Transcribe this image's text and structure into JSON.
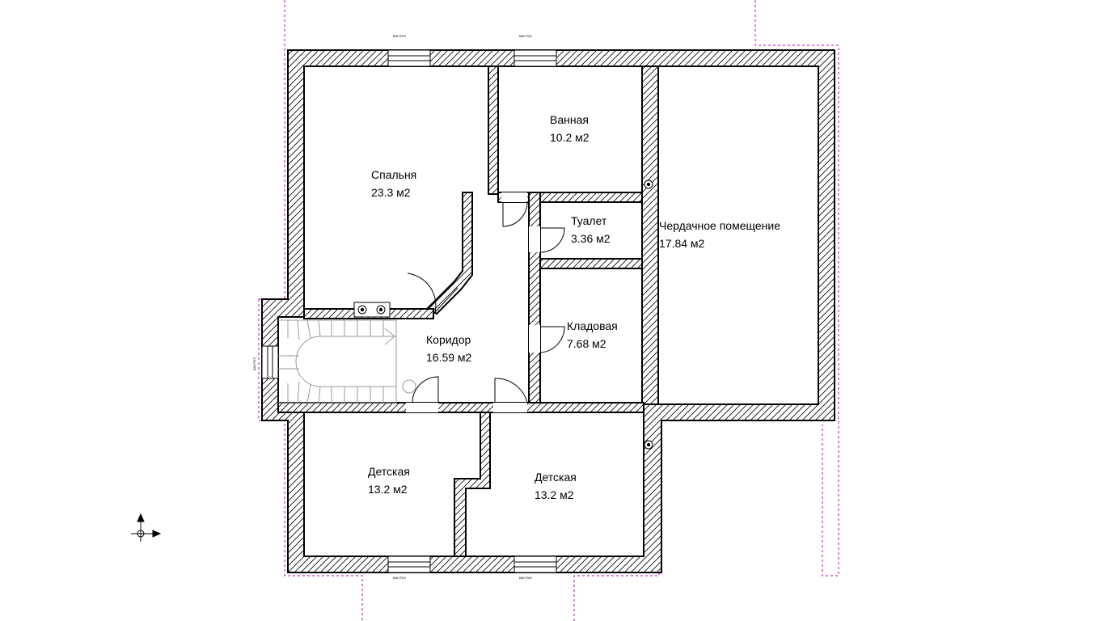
{
  "plan": {
    "rooms": [
      {
        "name": "Спальня",
        "area": "23.3 м2"
      },
      {
        "name": "Ванная",
        "area": "10.2 м2"
      },
      {
        "name": "Туалет",
        "area": "3.36 м2"
      },
      {
        "name": "Чердачное помещение",
        "area": "17.84 м2"
      },
      {
        "name": "Кладовая",
        "area": "7.68 м2"
      },
      {
        "name": "Коридор",
        "area": "16.59 м2"
      },
      {
        "name": "Детская",
        "area": "13.2 м2"
      },
      {
        "name": "Детская",
        "area": "13.2 м2"
      }
    ],
    "window_tag": "ВАНТИЗ",
    "colors": {
      "wall": "#000000",
      "hatch": "#000000",
      "dashed_outline": "#c000c0",
      "stairs": "#9a9a9a"
    }
  }
}
